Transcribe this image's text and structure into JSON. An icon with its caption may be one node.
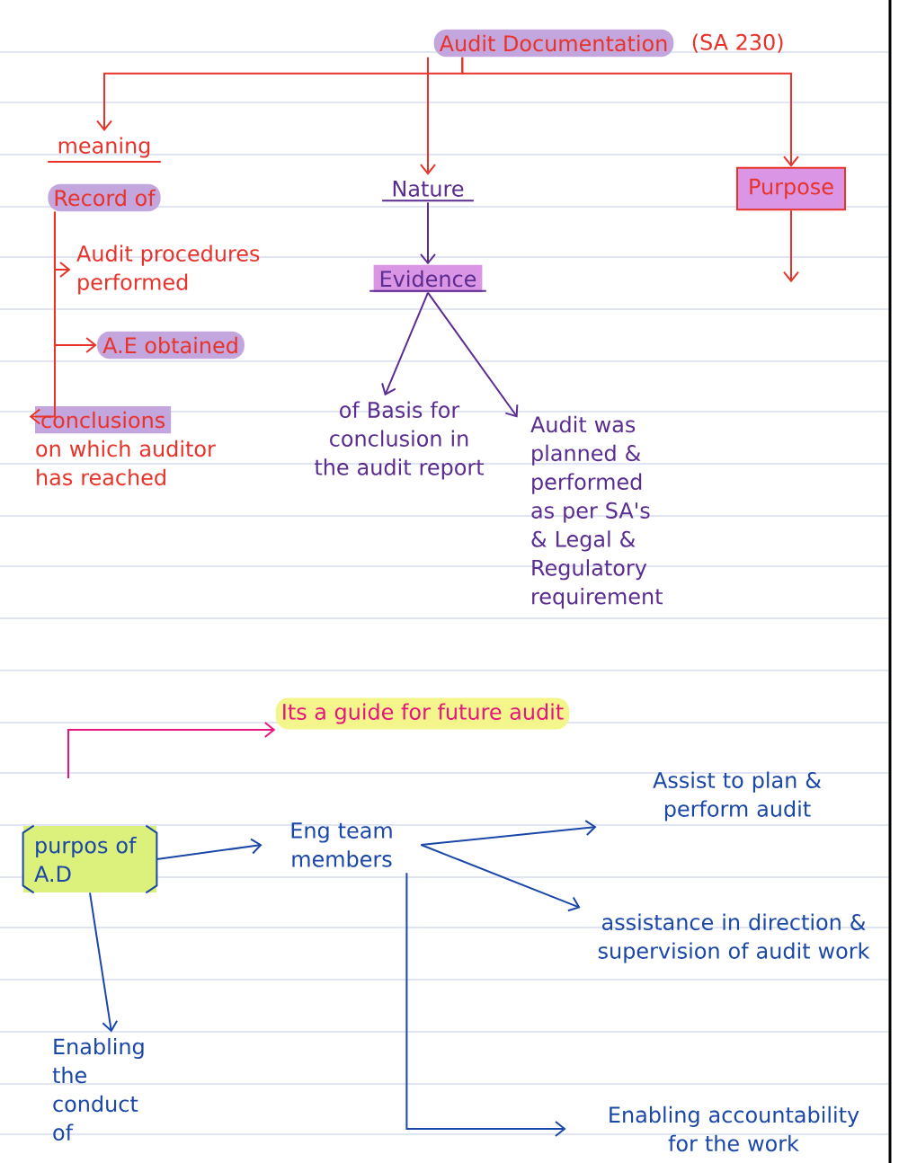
{
  "diagram": {
    "nodes": [
      {
        "text": [
          "Audit Documentation"
        ],
        "beside": [
          "(SA 230)"
        ]
      },
      {
        "text": [
          "meaning"
        ]
      },
      {
        "text": [
          "Record of"
        ]
      },
      {
        "text": [
          "Audit procedures performed"
        ]
      },
      {
        "text": [
          "A.E obtained"
        ]
      },
      {
        "text": [
          "conclusions",
          "on which auditor has reached"
        ]
      },
      {
        "text": [
          "Nature"
        ]
      },
      {
        "text": [
          "Evidence"
        ]
      },
      {
        "text": [
          "of Basis for conclusion in the audit report"
        ]
      },
      {
        "text": [
          "Audit was planned & performed as per SA's & Legal & Regulatory requirement"
        ]
      },
      {
        "text": [
          "Purpose"
        ]
      },
      {
        "text": [
          "Its a guide for future audit"
        ]
      },
      {
        "text": [
          "purpos of A.D"
        ]
      },
      {
        "text": [
          "Eng team members"
        ]
      },
      {
        "text": [
          "Assist to plan & perform audit"
        ]
      },
      {
        "text": [
          "assistance in direction & supervision of audit work"
        ]
      },
      {
        "text": [
          "Enabling accountability for the work"
        ]
      },
      {
        "text": [
          "Enabling the conduct of"
        ]
      }
    ],
    "edges": [
      {
        "from": 0,
        "to": 1,
        "arrow": "to"
      },
      {
        "from": 0,
        "to": 6,
        "arrow": "to"
      },
      {
        "from": 0,
        "to": 10,
        "arrow": "to"
      },
      {
        "from": 2,
        "to": 3,
        "arrow": "to"
      },
      {
        "from": 2,
        "to": 4,
        "arrow": "to"
      },
      {
        "from": 2,
        "to": 5,
        "arrow": "to"
      },
      {
        "from": 6,
        "to": 7,
        "arrow": "to",
        "color": "#5b2d91"
      },
      {
        "from": 7,
        "to": 8,
        "arrow": "to",
        "color": "#5b2d91"
      },
      {
        "from": 7,
        "to": 9,
        "arrow": "to",
        "color": "#5b2d91"
      },
      {
        "from": 10,
        "to": null,
        "arrow": "to"
      },
      {
        "from": null,
        "to": 11,
        "arrow": "to",
        "color": "#e6157f"
      },
      {
        "from": 12,
        "to": 13,
        "arrow": "to",
        "color": "#1a47a8"
      },
      {
        "from": 12,
        "to": 17,
        "arrow": "to",
        "color": "#1a47a8"
      },
      {
        "from": 13,
        "to": 14,
        "arrow": "to",
        "color": "#1a47a8"
      },
      {
        "from": 13,
        "to": 15,
        "arrow": "to",
        "color": "#1a47a8"
      },
      {
        "from": 13,
        "to": 16,
        "arrow": "to",
        "color": "#1a47a8"
      }
    ]
  }
}
